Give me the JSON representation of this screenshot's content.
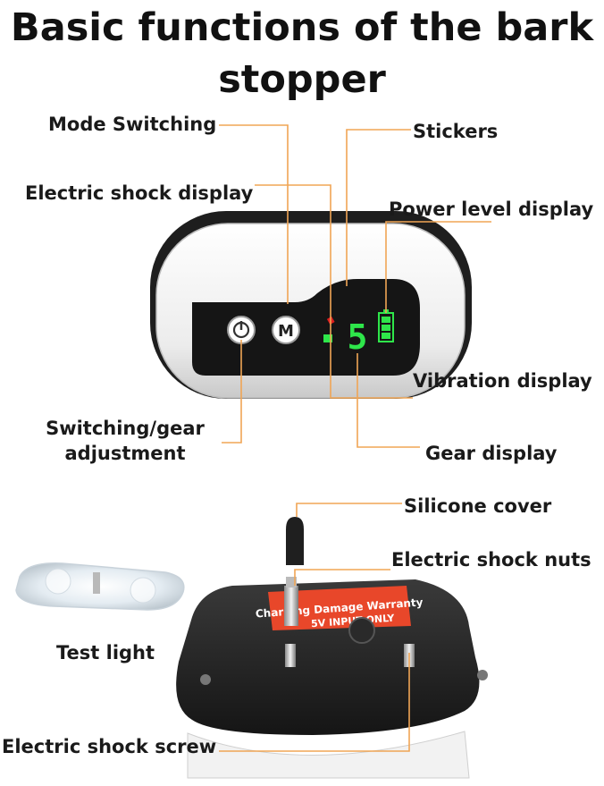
{
  "title_line1": "Basic functions of the bark",
  "title_line2": "stopper",
  "labels": {
    "mode_switching": "Mode Switching",
    "stickers": "Stickers",
    "electric_shock_display": "Electric shock display",
    "power_level_display": "Power level display",
    "vibration_display": "Vibration display",
    "switching_gear_adjustment": "Switching/gear adjustment",
    "gear_display": "Gear display",
    "silicone_cover": "Silicone cover",
    "electric_shock_nuts": "Electric shock nuts",
    "test_light": "Test light",
    "electric_shock_screw": "Electric shock screw"
  },
  "device": {
    "gear_digit": "5",
    "mode_button_letter": "M",
    "sticker_text_1": "5V INPUT ONLY",
    "sticker_text_2": "Charging Damage Warranty"
  },
  "colors": {
    "leader_line": "#f0a555",
    "led_green": "#2ee64a",
    "led_red": "#e02020",
    "sticker_red": "#e8472a"
  }
}
